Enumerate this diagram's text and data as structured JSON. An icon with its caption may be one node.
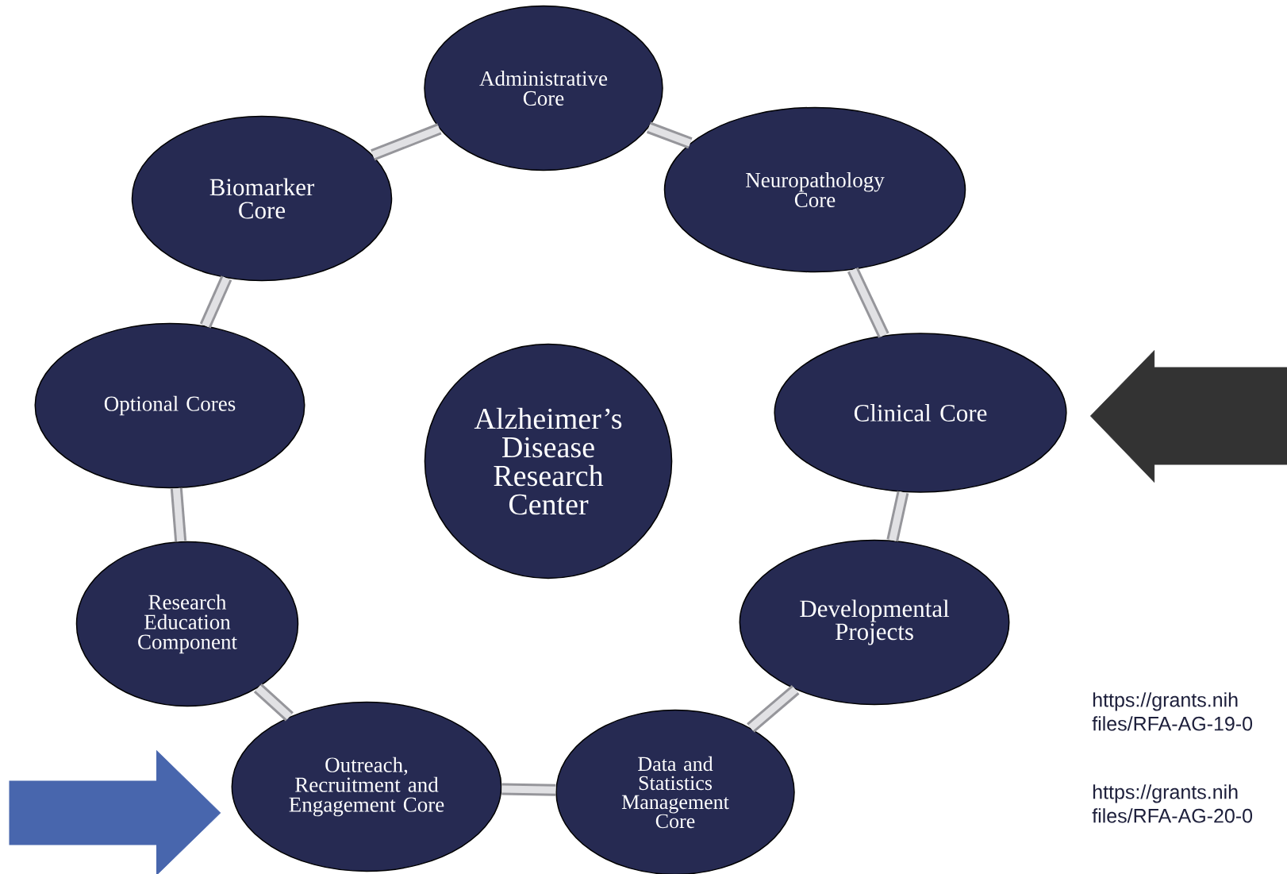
{
  "diagram": {
    "nodes": [
      {
        "text": [
          "Alzheimer’s Disease Research Center"
        ]
      },
      {
        "text": [
          "Administrative Core"
        ]
      },
      {
        "text": [
          "Neuropathology Core"
        ]
      },
      {
        "text": [
          "Clinical Core"
        ]
      },
      {
        "text": [
          "Developmental Projects"
        ]
      },
      {
        "text": [
          "Data and Statistics Management Core"
        ]
      },
      {
        "text": [
          "Outreach, Recruitment and Engagement Core"
        ]
      },
      {
        "text": [
          "Research Education Component"
        ]
      },
      {
        "text": [
          "Optional Cores"
        ]
      },
      {
        "text": [
          "Biomarker Core"
        ]
      }
    ],
    "edges": [
      {
        "from": 1,
        "to": 2,
        "arrow": "none"
      },
      {
        "from": 2,
        "to": 3,
        "arrow": "none"
      },
      {
        "from": 3,
        "to": 4,
        "arrow": "none"
      },
      {
        "from": 4,
        "to": 5,
        "arrow": "none"
      },
      {
        "from": 5,
        "to": 6,
        "arrow": "none"
      },
      {
        "from": 6,
        "to": 7,
        "arrow": "none"
      },
      {
        "from": 7,
        "to": 8,
        "arrow": "none"
      },
      {
        "from": 8,
        "to": 9,
        "arrow": "none"
      },
      {
        "from": 9,
        "to": 1,
        "arrow": "none"
      },
      {
        "from": null,
        "to": 3,
        "arrow": "to",
        "style": "thick",
        "color": "#333333"
      },
      {
        "from": null,
        "to": 6,
        "arrow": "to",
        "style": "thick",
        "color": "#4866ad"
      }
    ],
    "labels": [
      "https://grants.nih files/RFA-AG-19-0",
      "https://grants.nih files/RFA-AG-20-0"
    ]
  }
}
